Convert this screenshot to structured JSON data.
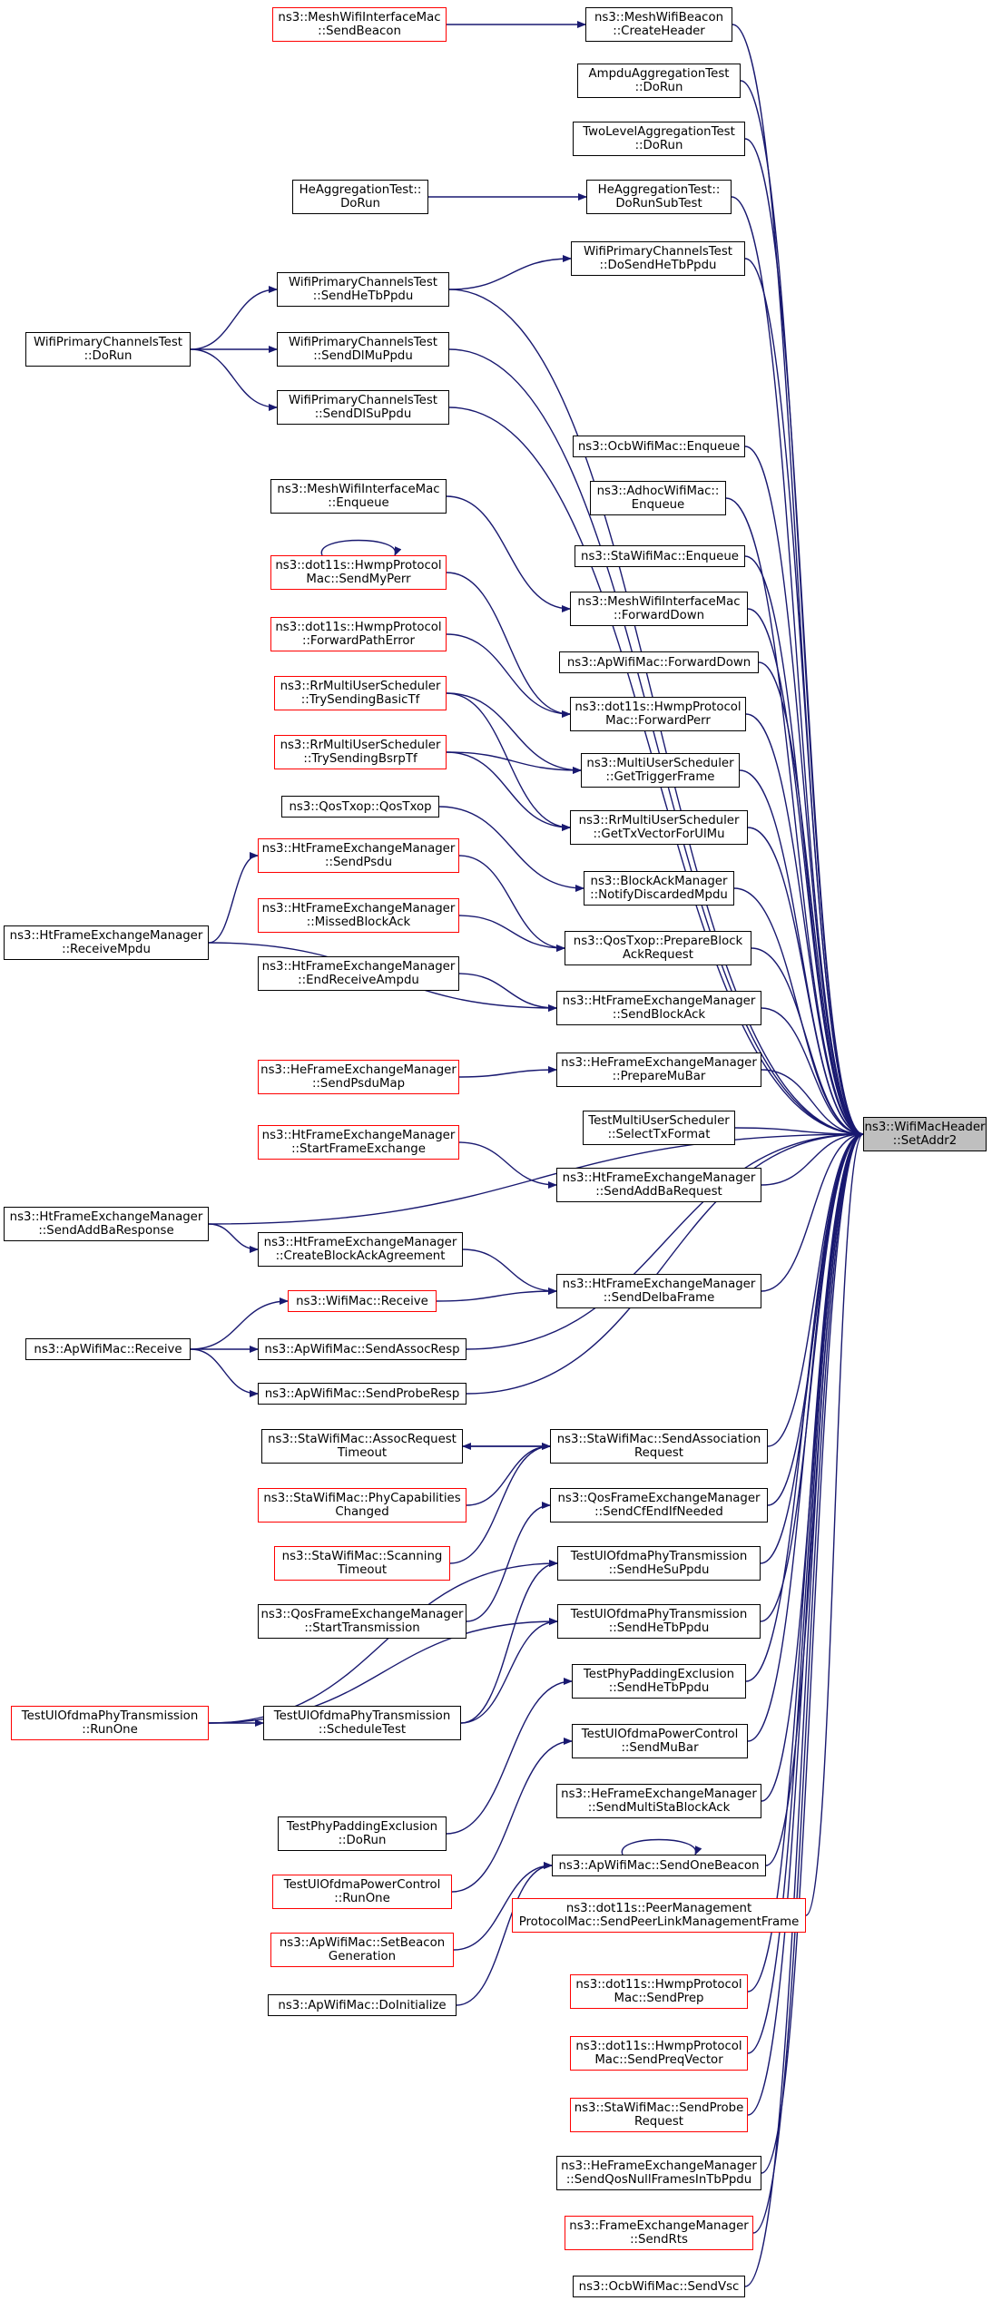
{
  "diagram": {
    "title": "",
    "colors": {
      "edge": "#191970",
      "node_border": "#000000",
      "incomplete_border": "#ff0000",
      "root_fill": "#bfbfbf"
    },
    "nodes": [
      {
        "id": "root",
        "lines": [
          "ns3::WifiMacHeader",
          "::SetAddr2"
        ],
        "style": "root"
      },
      {
        "id": "n1",
        "lines": [
          "ns3::MeshWifiInterfaceMac",
          "::SendBeacon"
        ],
        "style": "red"
      },
      {
        "id": "n2",
        "lines": [
          "ns3::MeshWifiBeacon",
          "::CreateHeader"
        ],
        "style": "black"
      },
      {
        "id": "n3",
        "lines": [
          "AmpduAggregationTest",
          "::DoRun"
        ],
        "style": "black"
      },
      {
        "id": "n4",
        "lines": [
          "TwoLevelAggregationTest",
          "::DoRun"
        ],
        "style": "black"
      },
      {
        "id": "n5",
        "lines": [
          "HeAggregationTest::",
          "DoRun"
        ],
        "style": "black"
      },
      {
        "id": "n6",
        "lines": [
          "HeAggregationTest::",
          "DoRunSubTest"
        ],
        "style": "black"
      },
      {
        "id": "n7",
        "lines": [
          "WifiPrimaryChannelsTest",
          "::DoSendHeTbPpdu"
        ],
        "style": "black"
      },
      {
        "id": "n8",
        "lines": [
          "WifiPrimaryChannelsTest",
          "::SendHeTbPpdu"
        ],
        "style": "black"
      },
      {
        "id": "n9",
        "lines": [
          "WifiPrimaryChannelsTest",
          "::DoRun"
        ],
        "style": "black"
      },
      {
        "id": "n10",
        "lines": [
          "WifiPrimaryChannelsTest",
          "::SendDlMuPpdu"
        ],
        "style": "black"
      },
      {
        "id": "n11",
        "lines": [
          "WifiPrimaryChannelsTest",
          "::SendDlSuPpdu"
        ],
        "style": "black"
      },
      {
        "id": "n12",
        "lines": [
          "ns3::OcbWifiMac::Enqueue"
        ],
        "style": "black"
      },
      {
        "id": "n13",
        "lines": [
          "ns3::AdhocWifiMac::",
          "Enqueue"
        ],
        "style": "black"
      },
      {
        "id": "n14",
        "lines": [
          "ns3::MeshWifiInterfaceMac",
          "::Enqueue"
        ],
        "style": "black"
      },
      {
        "id": "n15",
        "lines": [
          "ns3::StaWifiMac::Enqueue"
        ],
        "style": "black"
      },
      {
        "id": "n16",
        "lines": [
          "ns3::dot11s::HwmpProtocol",
          "Mac::SendMyPerr"
        ],
        "style": "red"
      },
      {
        "id": "n17",
        "lines": [
          "ns3::MeshWifiInterfaceMac",
          "::ForwardDown"
        ],
        "style": "black"
      },
      {
        "id": "n18",
        "lines": [
          "ns3::dot11s::HwmpProtocol",
          "::ForwardPathError"
        ],
        "style": "red"
      },
      {
        "id": "n19",
        "lines": [
          "ns3::ApWifiMac::ForwardDown"
        ],
        "style": "black"
      },
      {
        "id": "n20",
        "lines": [
          "ns3::RrMultiUserScheduler",
          "::TrySendingBasicTf"
        ],
        "style": "red"
      },
      {
        "id": "n21",
        "lines": [
          "ns3::dot11s::HwmpProtocol",
          "Mac::ForwardPerr"
        ],
        "style": "black"
      },
      {
        "id": "n22",
        "lines": [
          "ns3::RrMultiUserScheduler",
          "::TrySendingBsrpTf"
        ],
        "style": "red"
      },
      {
        "id": "n23",
        "lines": [
          "ns3::MultiUserScheduler",
          "::GetTriggerFrame"
        ],
        "style": "black"
      },
      {
        "id": "n24",
        "lines": [
          "ns3::QosTxop::QosTxop"
        ],
        "style": "black"
      },
      {
        "id": "n25",
        "lines": [
          "ns3::RrMultiUserScheduler",
          "::GetTxVectorForUlMu"
        ],
        "style": "black"
      },
      {
        "id": "n26",
        "lines": [
          "ns3::HtFrameExchangeManager",
          "::SendPsdu"
        ],
        "style": "red"
      },
      {
        "id": "n27",
        "lines": [
          "ns3::BlockAckManager",
          "::NotifyDiscardedMpdu"
        ],
        "style": "black"
      },
      {
        "id": "n28",
        "lines": [
          "ns3::HtFrameExchangeManager",
          "::ReceiveMpdu"
        ],
        "style": "black"
      },
      {
        "id": "n29",
        "lines": [
          "ns3::HtFrameExchangeManager",
          "::MissedBlockAck"
        ],
        "style": "red"
      },
      {
        "id": "n30",
        "lines": [
          "ns3::QosTxop::PrepareBlock",
          "AckRequest"
        ],
        "style": "black"
      },
      {
        "id": "n31",
        "lines": [
          "ns3::HtFrameExchangeManager",
          "::EndReceiveAmpdu"
        ],
        "style": "black"
      },
      {
        "id": "n32",
        "lines": [
          "ns3::HtFrameExchangeManager",
          "::SendBlockAck"
        ],
        "style": "black"
      },
      {
        "id": "n33",
        "lines": [
          "ns3::HeFrameExchangeManager",
          "::SendPsduMap"
        ],
        "style": "red"
      },
      {
        "id": "n34",
        "lines": [
          "ns3::HeFrameExchangeManager",
          "::PrepareMuBar"
        ],
        "style": "black"
      },
      {
        "id": "n35",
        "lines": [
          "TestMultiUserScheduler",
          "::SelectTxFormat"
        ],
        "style": "black"
      },
      {
        "id": "n36",
        "lines": [
          "ns3::HtFrameExchangeManager",
          "::StartFrameExchange"
        ],
        "style": "red"
      },
      {
        "id": "n37",
        "lines": [
          "ns3::HtFrameExchangeManager",
          "::SendAddBaRequest"
        ],
        "style": "black"
      },
      {
        "id": "n38",
        "lines": [
          "ns3::HtFrameExchangeManager",
          "::SendAddBaResponse"
        ],
        "style": "black"
      },
      {
        "id": "n39",
        "lines": [
          "ns3::HtFrameExchangeManager",
          "::CreateBlockAckAgreement"
        ],
        "style": "black"
      },
      {
        "id": "n40",
        "lines": [
          "ns3::WifiMac::Receive"
        ],
        "style": "red"
      },
      {
        "id": "n41",
        "lines": [
          "ns3::HtFrameExchangeManager",
          "::SendDelbaFrame"
        ],
        "style": "black"
      },
      {
        "id": "n42",
        "lines": [
          "ns3::ApWifiMac::Receive"
        ],
        "style": "black"
      },
      {
        "id": "n43",
        "lines": [
          "ns3::ApWifiMac::SendAssocResp"
        ],
        "style": "black"
      },
      {
        "id": "n44",
        "lines": [
          "ns3::ApWifiMac::SendProbeResp"
        ],
        "style": "black"
      },
      {
        "id": "n45",
        "lines": [
          "ns3::StaWifiMac::AssocRequest",
          "Timeout"
        ],
        "style": "black"
      },
      {
        "id": "n46",
        "lines": [
          "ns3::StaWifiMac::SendAssociation",
          "Request"
        ],
        "style": "black"
      },
      {
        "id": "n47",
        "lines": [
          "ns3::StaWifiMac::PhyCapabilities",
          "Changed"
        ],
        "style": "red"
      },
      {
        "id": "n48",
        "lines": [
          "ns3::QosFrameExchangeManager",
          "::SendCfEndIfNeeded"
        ],
        "style": "black"
      },
      {
        "id": "n49",
        "lines": [
          "ns3::StaWifiMac::Scanning",
          "Timeout"
        ],
        "style": "red"
      },
      {
        "id": "n50",
        "lines": [
          "TestUlOfdmaPhyTransmission",
          "::SendHeSuPpdu"
        ],
        "style": "black"
      },
      {
        "id": "n51",
        "lines": [
          "ns3::QosFrameExchangeManager",
          "::StartTransmission"
        ],
        "style": "black"
      },
      {
        "id": "n52",
        "lines": [
          "TestUlOfdmaPhyTransmission",
          "::SendHeTbPpdu"
        ],
        "style": "black"
      },
      {
        "id": "n53",
        "lines": [
          "TestPhyPaddingExclusion",
          "::SendHeTbPpdu"
        ],
        "style": "black"
      },
      {
        "id": "n54",
        "lines": [
          "TestUlOfdmaPhyTransmission",
          "::RunOne"
        ],
        "style": "red"
      },
      {
        "id": "n55",
        "lines": [
          "TestUlOfdmaPhyTransmission",
          "::ScheduleTest"
        ],
        "style": "black"
      },
      {
        "id": "n56",
        "lines": [
          "TestUlOfdmaPowerControl",
          "::SendMuBar"
        ],
        "style": "black"
      },
      {
        "id": "n57",
        "lines": [
          "ns3::HeFrameExchangeManager",
          "::SendMultiStaBlockAck"
        ],
        "style": "black"
      },
      {
        "id": "n58",
        "lines": [
          "TestPhyPaddingExclusion",
          "::DoRun"
        ],
        "style": "black"
      },
      {
        "id": "n59",
        "lines": [
          "TestUlOfdmaPowerControl",
          "::RunOne"
        ],
        "style": "red"
      },
      {
        "id": "n60",
        "lines": [
          "ns3::ApWifiMac::SendOneBeacon"
        ],
        "style": "black"
      },
      {
        "id": "n61",
        "lines": [
          "ns3::dot11s::PeerManagement",
          "ProtocolMac::SendPeerLinkManagementFrame"
        ],
        "style": "red"
      },
      {
        "id": "n62",
        "lines": [
          "ns3::ApWifiMac::SetBeacon",
          "Generation"
        ],
        "style": "red"
      },
      {
        "id": "n63",
        "lines": [
          "ns3::ApWifiMac::DoInitialize"
        ],
        "style": "black"
      },
      {
        "id": "n64",
        "lines": [
          "ns3::dot11s::HwmpProtocol",
          "Mac::SendPrep"
        ],
        "style": "red"
      },
      {
        "id": "n65",
        "lines": [
          "ns3::dot11s::HwmpProtocol",
          "Mac::SendPreqVector"
        ],
        "style": "red"
      },
      {
        "id": "n66",
        "lines": [
          "ns3::StaWifiMac::SendProbe",
          "Request"
        ],
        "style": "red"
      },
      {
        "id": "n67",
        "lines": [
          "ns3::HeFrameExchangeManager",
          "::SendQosNullFramesInTbPpdu"
        ],
        "style": "black"
      },
      {
        "id": "n68",
        "lines": [
          "ns3::FrameExchangeManager",
          "::SendRts"
        ],
        "style": "red"
      },
      {
        "id": "n69",
        "lines": [
          "ns3::OcbWifiMac::SendVsc"
        ],
        "style": "black"
      }
    ],
    "edges": [
      [
        "n1",
        "n2"
      ],
      [
        "n5",
        "n6"
      ],
      [
        "n8",
        "n7"
      ],
      [
        "n9",
        "n8"
      ],
      [
        "n9",
        "n10"
      ],
      [
        "n9",
        "n11"
      ],
      [
        "n14",
        "n17"
      ],
      [
        "n16",
        "n16"
      ],
      [
        "n16",
        "n21"
      ],
      [
        "n18",
        "n21"
      ],
      [
        "n20",
        "n23"
      ],
      [
        "n20",
        "n25"
      ],
      [
        "n22",
        "n23"
      ],
      [
        "n22",
        "n25"
      ],
      [
        "n24",
        "n27"
      ],
      [
        "n26",
        "n30"
      ],
      [
        "n28",
        "n26"
      ],
      [
        "n28",
        "n32"
      ],
      [
        "n29",
        "n30"
      ],
      [
        "n31",
        "n32"
      ],
      [
        "n33",
        "n34"
      ],
      [
        "n36",
        "n37"
      ],
      [
        "n38",
        "n39"
      ],
      [
        "n39",
        "n41"
      ],
      [
        "n40",
        "n41"
      ],
      [
        "n42",
        "n40"
      ],
      [
        "n42",
        "n43"
      ],
      [
        "n42",
        "n44"
      ],
      [
        "n46",
        "n45"
      ],
      [
        "n45",
        "n46"
      ],
      [
        "n47",
        "n46"
      ],
      [
        "n49",
        "n46"
      ],
      [
        "n51",
        "n48"
      ],
      [
        "n54",
        "n50"
      ],
      [
        "n54",
        "n55"
      ],
      [
        "n54",
        "n52"
      ],
      [
        "n55",
        "n50"
      ],
      [
        "n55",
        "n52"
      ],
      [
        "n58",
        "n53"
      ],
      [
        "n59",
        "n56"
      ],
      [
        "n60",
        "n60"
      ],
      [
        "n62",
        "n60"
      ],
      [
        "n63",
        "n60"
      ],
      [
        "n2",
        "root"
      ],
      [
        "n3",
        "root"
      ],
      [
        "n4",
        "root"
      ],
      [
        "n6",
        "root"
      ],
      [
        "n7",
        "root"
      ],
      [
        "n8",
        "root"
      ],
      [
        "n10",
        "root"
      ],
      [
        "n11",
        "root"
      ],
      [
        "n12",
        "root"
      ],
      [
        "n13",
        "root"
      ],
      [
        "n15",
        "root"
      ],
      [
        "n17",
        "root"
      ],
      [
        "n19",
        "root"
      ],
      [
        "n21",
        "root"
      ],
      [
        "n23",
        "root"
      ],
      [
        "n25",
        "root"
      ],
      [
        "n27",
        "root"
      ],
      [
        "n30",
        "root"
      ],
      [
        "n32",
        "root"
      ],
      [
        "n34",
        "root"
      ],
      [
        "n35",
        "root"
      ],
      [
        "n37",
        "root"
      ],
      [
        "n38",
        "root"
      ],
      [
        "n41",
        "root"
      ],
      [
        "n43",
        "root"
      ],
      [
        "n44",
        "root"
      ],
      [
        "n46",
        "root"
      ],
      [
        "n48",
        "root"
      ],
      [
        "n50",
        "root"
      ],
      [
        "n52",
        "root"
      ],
      [
        "n53",
        "root"
      ],
      [
        "n56",
        "root"
      ],
      [
        "n57",
        "root"
      ],
      [
        "n60",
        "root"
      ],
      [
        "n61",
        "root"
      ],
      [
        "n64",
        "root"
      ],
      [
        "n65",
        "root"
      ],
      [
        "n66",
        "root"
      ],
      [
        "n67",
        "root"
      ],
      [
        "n68",
        "root"
      ],
      [
        "n69",
        "root"
      ]
    ]
  }
}
